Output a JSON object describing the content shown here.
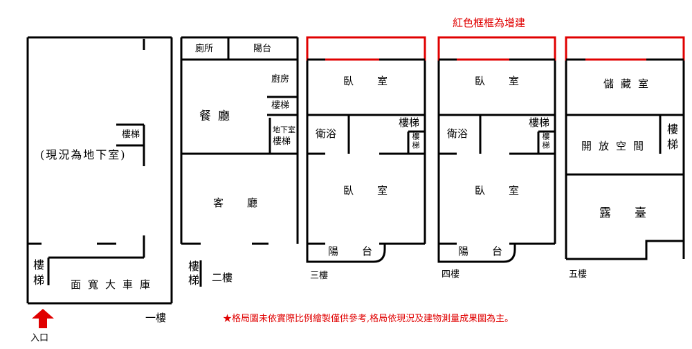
{
  "colors": {
    "wall": "#000000",
    "addition_frame": "#e00000",
    "note_text": "#e00000"
  },
  "notice": "紅色框框為增建",
  "footnote": "★格局圖未依實際比例繪製僅供參考,格局依現況及建物測量成果圖為主。",
  "entrance": {
    "icon": "arrow-up-icon",
    "label": "入口"
  },
  "floor1": {
    "name": "一樓",
    "basement_note": "(現況為地下室)",
    "stairs_upper": "樓梯",
    "stairs_lower": "樓梯",
    "garage": "面寬大車庫"
  },
  "floor2": {
    "name": "二樓",
    "toilet": "廁所",
    "balcony": "陽台",
    "kitchen": "廚房",
    "stairs": "樓梯",
    "dining": "餐廳",
    "basement_stairs_a": "地下室",
    "basement_stairs_b": "樓梯",
    "living": "客廳",
    "stairs_bottom": "樓梯"
  },
  "floor3": {
    "name": "三樓",
    "bedroom_top": "臥室",
    "bath": "衛浴",
    "stairs": "樓梯",
    "stairs_small": "樓梯",
    "bedroom_bottom": "臥室",
    "balcony": "陽台"
  },
  "floor4": {
    "name": "四樓",
    "bedroom_top": "臥室",
    "bath": "衛浴",
    "stairs": "樓梯",
    "stairs_small": "樓梯",
    "bedroom_bottom": "臥室",
    "balcony": "陽台"
  },
  "floor5": {
    "name": "五樓",
    "storage": "儲藏室",
    "open_space": "開放空間",
    "stairs": "樓梯",
    "terrace": "露臺"
  }
}
